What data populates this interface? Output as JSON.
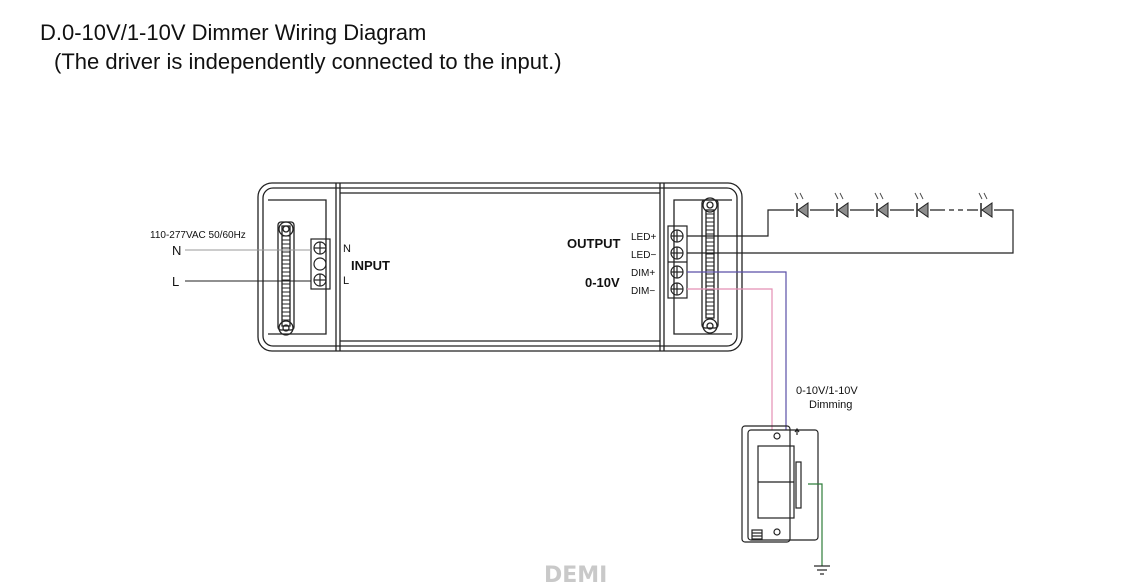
{
  "heading": {
    "title": "D.0-10V/1-10V Dimmer Wiring Diagram",
    "subtitle": "(The driver is independently connected to the input.)"
  },
  "input": {
    "voltage": "110-277VAC 50/60Hz",
    "n_wire": "N",
    "l_wire": "L",
    "terminal_n": "N",
    "terminal_l": "L",
    "block_label": "INPUT"
  },
  "output": {
    "block_label": "OUTPUT",
    "led_plus": "LED+",
    "led_minus": "LED−",
    "dim_label": "0-10V",
    "dim_plus": "DIM+",
    "dim_minus": "DIM−"
  },
  "dimmer": {
    "label_line1": "0-10V/1-10V",
    "label_line2": "Dimming"
  },
  "watermark": "DEMI",
  "colors": {
    "line": "#222222",
    "dim_plus_wire": "#5b4fa6",
    "dim_minus_wire": "#e48fb5",
    "ground_wire": "#2e7d3a",
    "led_fill": "#8c8c8c"
  }
}
